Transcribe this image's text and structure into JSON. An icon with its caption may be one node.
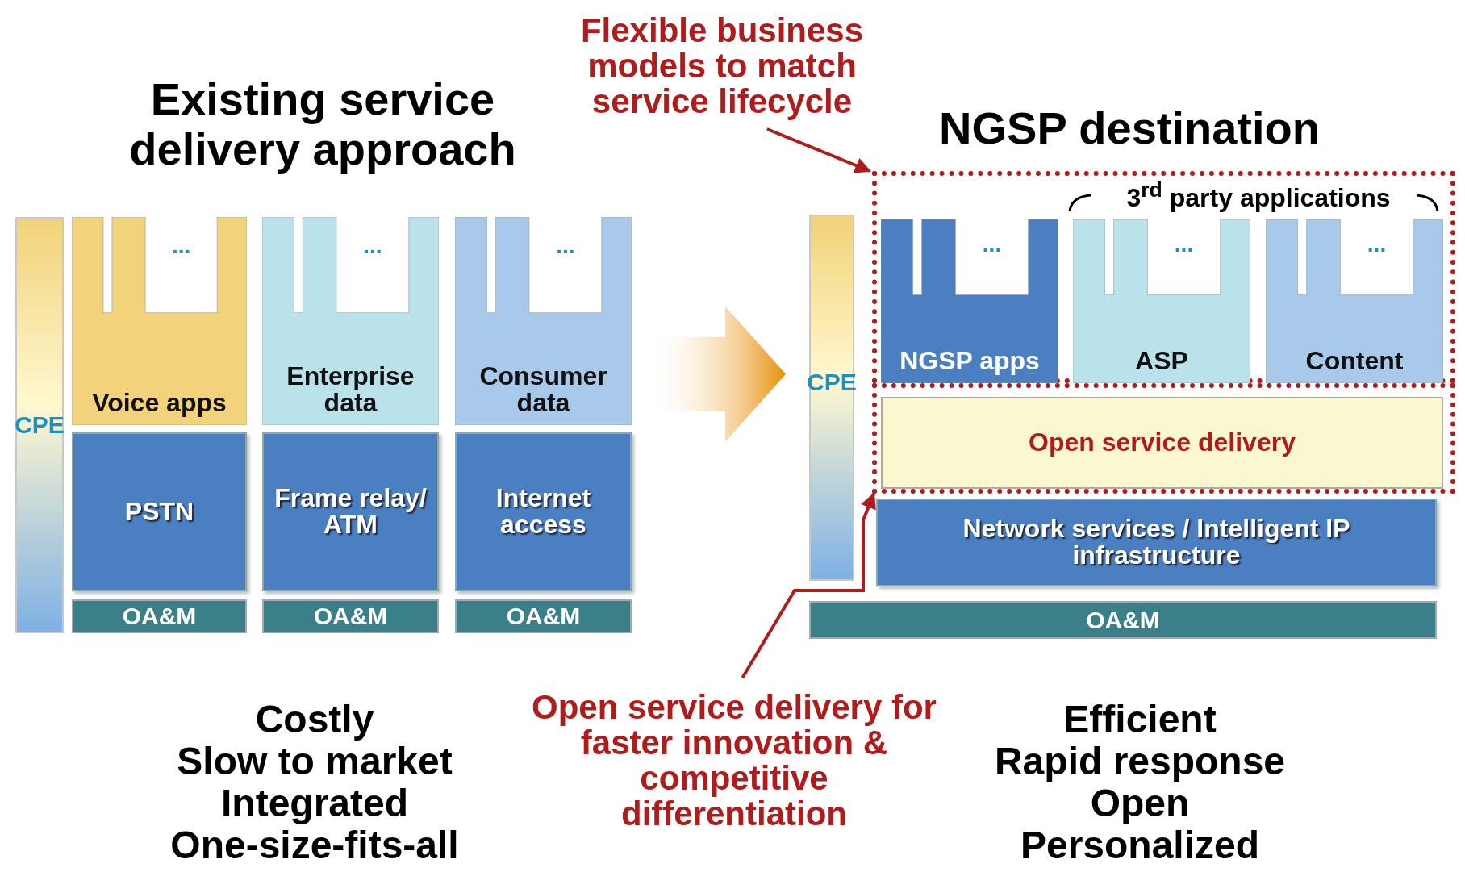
{
  "diagram": {
    "nodes": [
      {
        "text": [
          "CPE"
        ]
      },
      {
        "text": [
          "...",
          "Voice apps"
        ]
      },
      {
        "text": [
          "PSTN"
        ]
      },
      {
        "text": [
          "OA&M"
        ]
      },
      {
        "text": [
          "...",
          "Enterprise data"
        ]
      },
      {
        "text": [
          "Frame relay/ ATM"
        ]
      },
      {
        "text": [
          "OA&M"
        ]
      },
      {
        "text": [
          "...",
          "Consumer data"
        ]
      },
      {
        "text": [
          "Internet access"
        ]
      },
      {
        "text": [
          "OA&M"
        ]
      },
      {
        "text": [
          "CPE"
        ]
      },
      {
        "text": [],
        "shape": "box"
      },
      {
        "text": [
          "...",
          "NGSP apps"
        ],
        "in": 11
      },
      {
        "text": [
          "...",
          "ASP"
        ],
        "in": 11
      },
      {
        "text": [
          "...",
          "Content"
        ],
        "in": 11
      },
      {
        "text": [],
        "shape": "box"
      },
      {
        "text": [
          "Open service delivery"
        ],
        "in": 15
      },
      {
        "text": [
          "Network services / Intelligent IP infrastructure"
        ]
      },
      {
        "text": [
          "OA&M"
        ]
      },
      {
        "text": [
          "Flexible business models to match service lifecycle"
        ]
      },
      {
        "text": [
          "Open service delivery for faster innovation & competitive differentiation"
        ]
      }
    ],
    "edges": [
      {
        "from": 19,
        "to": 11,
        "arrow": "to"
      },
      {
        "from": 20,
        "to": 15,
        "arrow": "to"
      },
      {
        "from": 8,
        "to": 10,
        "arrow": "to",
        "style": "thick"
      }
    ],
    "labels": [
      "Existing service delivery approach",
      "NGSP destination",
      "3$^{rd}$ party applications",
      "Costly",
      "Slow to market",
      "Integrated",
      "One-size-fits-all",
      "Efficient",
      "Rapid response",
      "Open",
      "Personalized"
    ]
  }
}
